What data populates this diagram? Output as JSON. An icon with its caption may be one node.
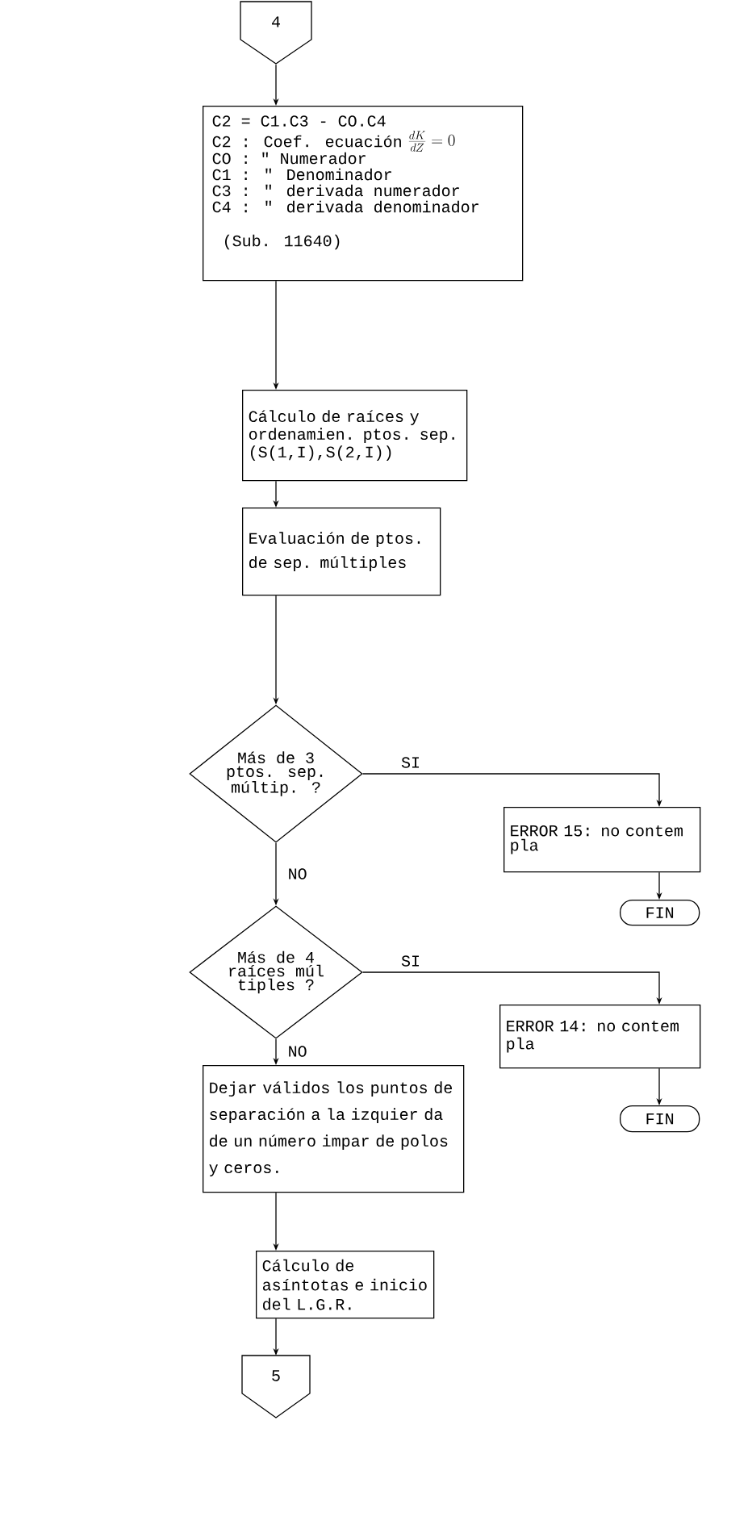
{
  "diagram": {
    "nodes": [
      {
        "text": [
          "4"
        ]
      },
      {
        "text": [
          "C2 = C1.C3 - CO.C4",
          "C2 : Coef. ecuación",
          "\\frac{dK}{dZ}=0",
          "CO : \" Numerador",
          "C1 : \" Denominador",
          "C3 : \" derivada numerador",
          "C4 : \" derivada denominador",
          "(Sub. 11640)"
        ]
      },
      {
        "text": [
          "Cálculo de raíces y ordenamien. ptos. sep. (S(1,I),S(2,I))"
        ]
      },
      {
        "text": [
          "Evaluación de ptos. de sep. múltiples"
        ]
      },
      {
        "text": [
          "Más de 3 ptos. sep. múltip. ?"
        ]
      },
      {
        "text": [
          "ERROR 15: no contem pla"
        ]
      },
      {
        "text": [
          "FIN"
        ]
      },
      {
        "text": [
          "Más de 4 raíces múl tiples ?"
        ]
      },
      {
        "text": [
          "ERROR 14: no contem pla"
        ]
      },
      {
        "text": [
          "FIN"
        ]
      },
      {
        "text": [
          "Dejar válidos los puntos de separación a la izquier da de un número impar de polos y ceros."
        ]
      },
      {
        "text": [
          "Cálculo de asíntotas e inicio del L.G.R."
        ]
      },
      {
        "text": [
          "5"
        ]
      }
    ],
    "edges": [
      {
        "from": 0,
        "to": 1,
        "arrow": "to"
      },
      {
        "from": 1,
        "to": 2,
        "arrow": "to"
      },
      {
        "from": 2,
        "to": 3,
        "arrow": "to"
      },
      {
        "from": 3,
        "to": 4,
        "arrow": "to"
      },
      {
        "from": 4,
        "to": 5,
        "arrow": "to",
        "label": "SI"
      },
      {
        "from": 5,
        "to": 6,
        "arrow": "to"
      },
      {
        "from": 4,
        "to": 7,
        "arrow": "to",
        "label": "NO"
      },
      {
        "from": 7,
        "to": 8,
        "arrow": "to",
        "label": "SI"
      },
      {
        "from": 8,
        "to": 9,
        "arrow": "to"
      },
      {
        "from": 7,
        "to": 10,
        "arrow": "to",
        "label": "NO"
      },
      {
        "from": 10,
        "to": 11,
        "arrow": "to"
      },
      {
        "from": 11,
        "to": 12,
        "arrow": "to"
      }
    ]
  }
}
